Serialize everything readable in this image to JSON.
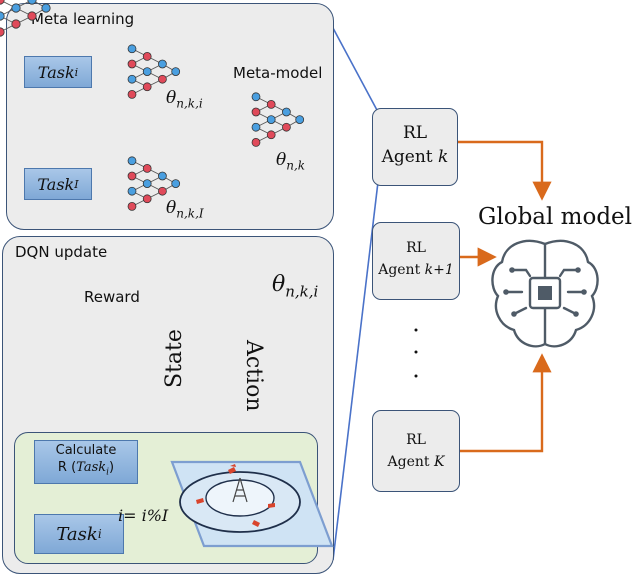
{
  "meta": {
    "title": "Meta learning",
    "task_top": "Task",
    "task_top_sub": "i",
    "task_bottom": "Task",
    "task_bottom_sub": "I",
    "theta_top": "θ",
    "theta_top_sub": "n,k,i",
    "theta_bottom": "θ",
    "theta_bottom_sub": "n,k,I",
    "model_label": "Meta-model",
    "model_theta": "θ",
    "model_theta_sub": "n,k"
  },
  "dqn": {
    "title": "DQN update",
    "theta": "θ",
    "theta_sub": "n,k,i",
    "reward": "Reward",
    "state": "State",
    "action": "Action",
    "calc_line1": "Calculate",
    "calc_line2": "R (",
    "calc_task": "Task",
    "calc_sub": "i",
    "calc_close": ")",
    "task": "Task",
    "task_sub": "i",
    "update_eq": "i= i%I"
  },
  "agents": [
    {
      "line1": "RL",
      "line2": "Agent ",
      "var": "k"
    },
    {
      "line1": "RL",
      "line2": "Agent ",
      "var": "k+1"
    },
    {
      "line1": "RL",
      "line2": "Agent ",
      "var": "K"
    }
  ],
  "global_model": "Global model",
  "colors": {
    "green": "#6ab04c",
    "orange": "#d96a1c",
    "yellow": "#f5b400",
    "panel_border": "#3b5478",
    "blue_line": "#4a72c9"
  }
}
